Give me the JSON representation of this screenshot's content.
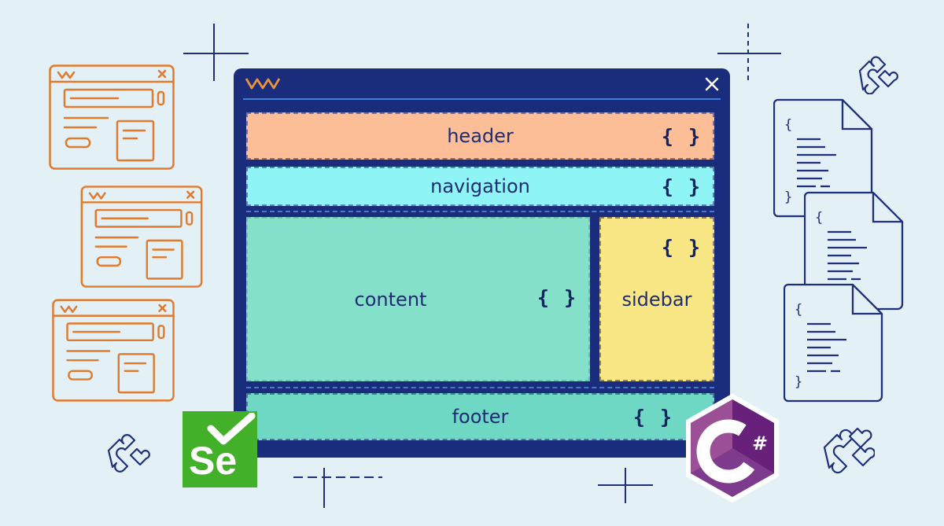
{
  "layout": {
    "header": {
      "label": "header",
      "brace": "{ }",
      "color": "#fbbe97"
    },
    "navigation": {
      "label": "navigation",
      "brace": "{ }",
      "color": "#8ff4f6"
    },
    "content": {
      "label": "content",
      "brace": "{ }",
      "color": "#84e0c9"
    },
    "sidebar": {
      "label": "sidebar",
      "brace": "{ }",
      "color": "#f8e784"
    },
    "footer": {
      "label": "footer",
      "brace": "{ }",
      "color": "#6ed8c5"
    }
  },
  "code_files": {
    "open_brace": "{",
    "close_brace": "}"
  },
  "logos": {
    "selenium": {
      "text": "Se",
      "color": "#43b02a"
    },
    "csharp": {
      "text": "#",
      "color": "#9b4f96"
    }
  },
  "colors": {
    "background": "#e3f0f6",
    "window": "#1a2c7c",
    "orange_outline": "#e07a2e",
    "navy_outline": "#1f2f7a"
  }
}
